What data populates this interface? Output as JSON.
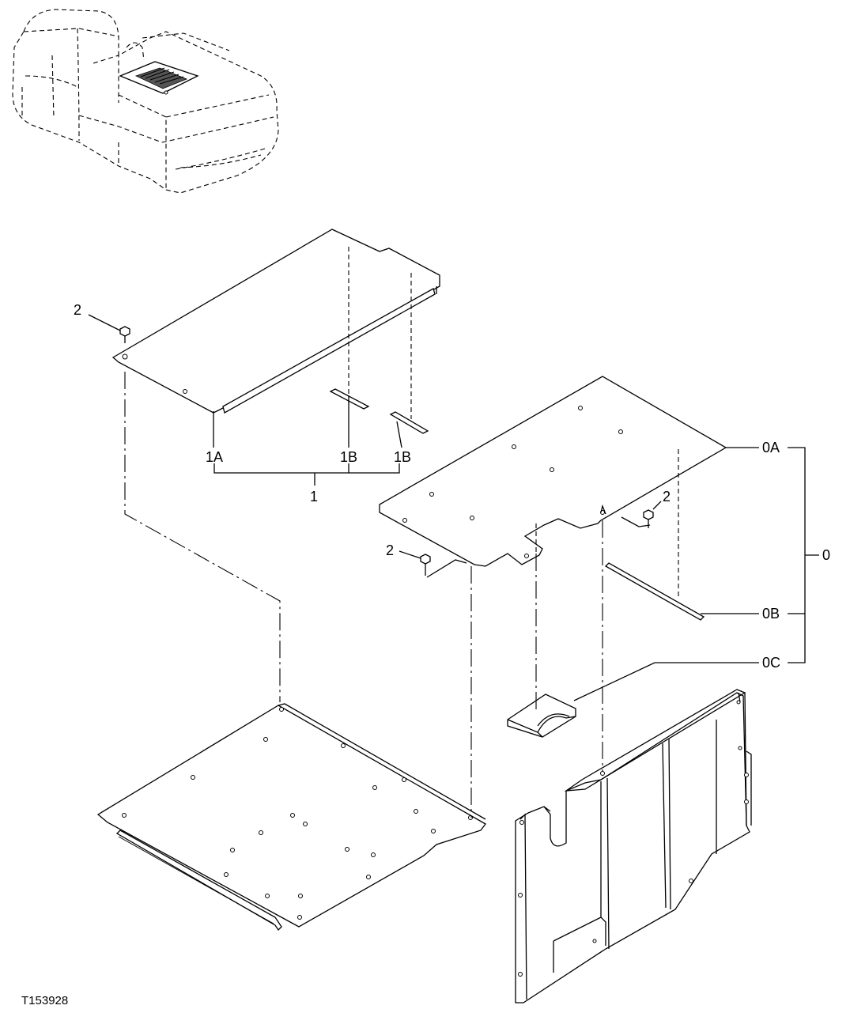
{
  "figure_id": "T153928",
  "callouts": {
    "c_0": "0",
    "c_0A": "0A",
    "c_0B": "0B",
    "c_0C": "0C",
    "c_1": "1",
    "c_1A": "1A",
    "c_1B_left": "1B",
    "c_1B_right": "1B",
    "c_2_top_left": "2",
    "c_2_right_panel": "2",
    "c_2_left_panel": "2"
  },
  "icon_names": [
    "excavator-locator-icon",
    "grille-icon",
    "bolt-icon"
  ]
}
